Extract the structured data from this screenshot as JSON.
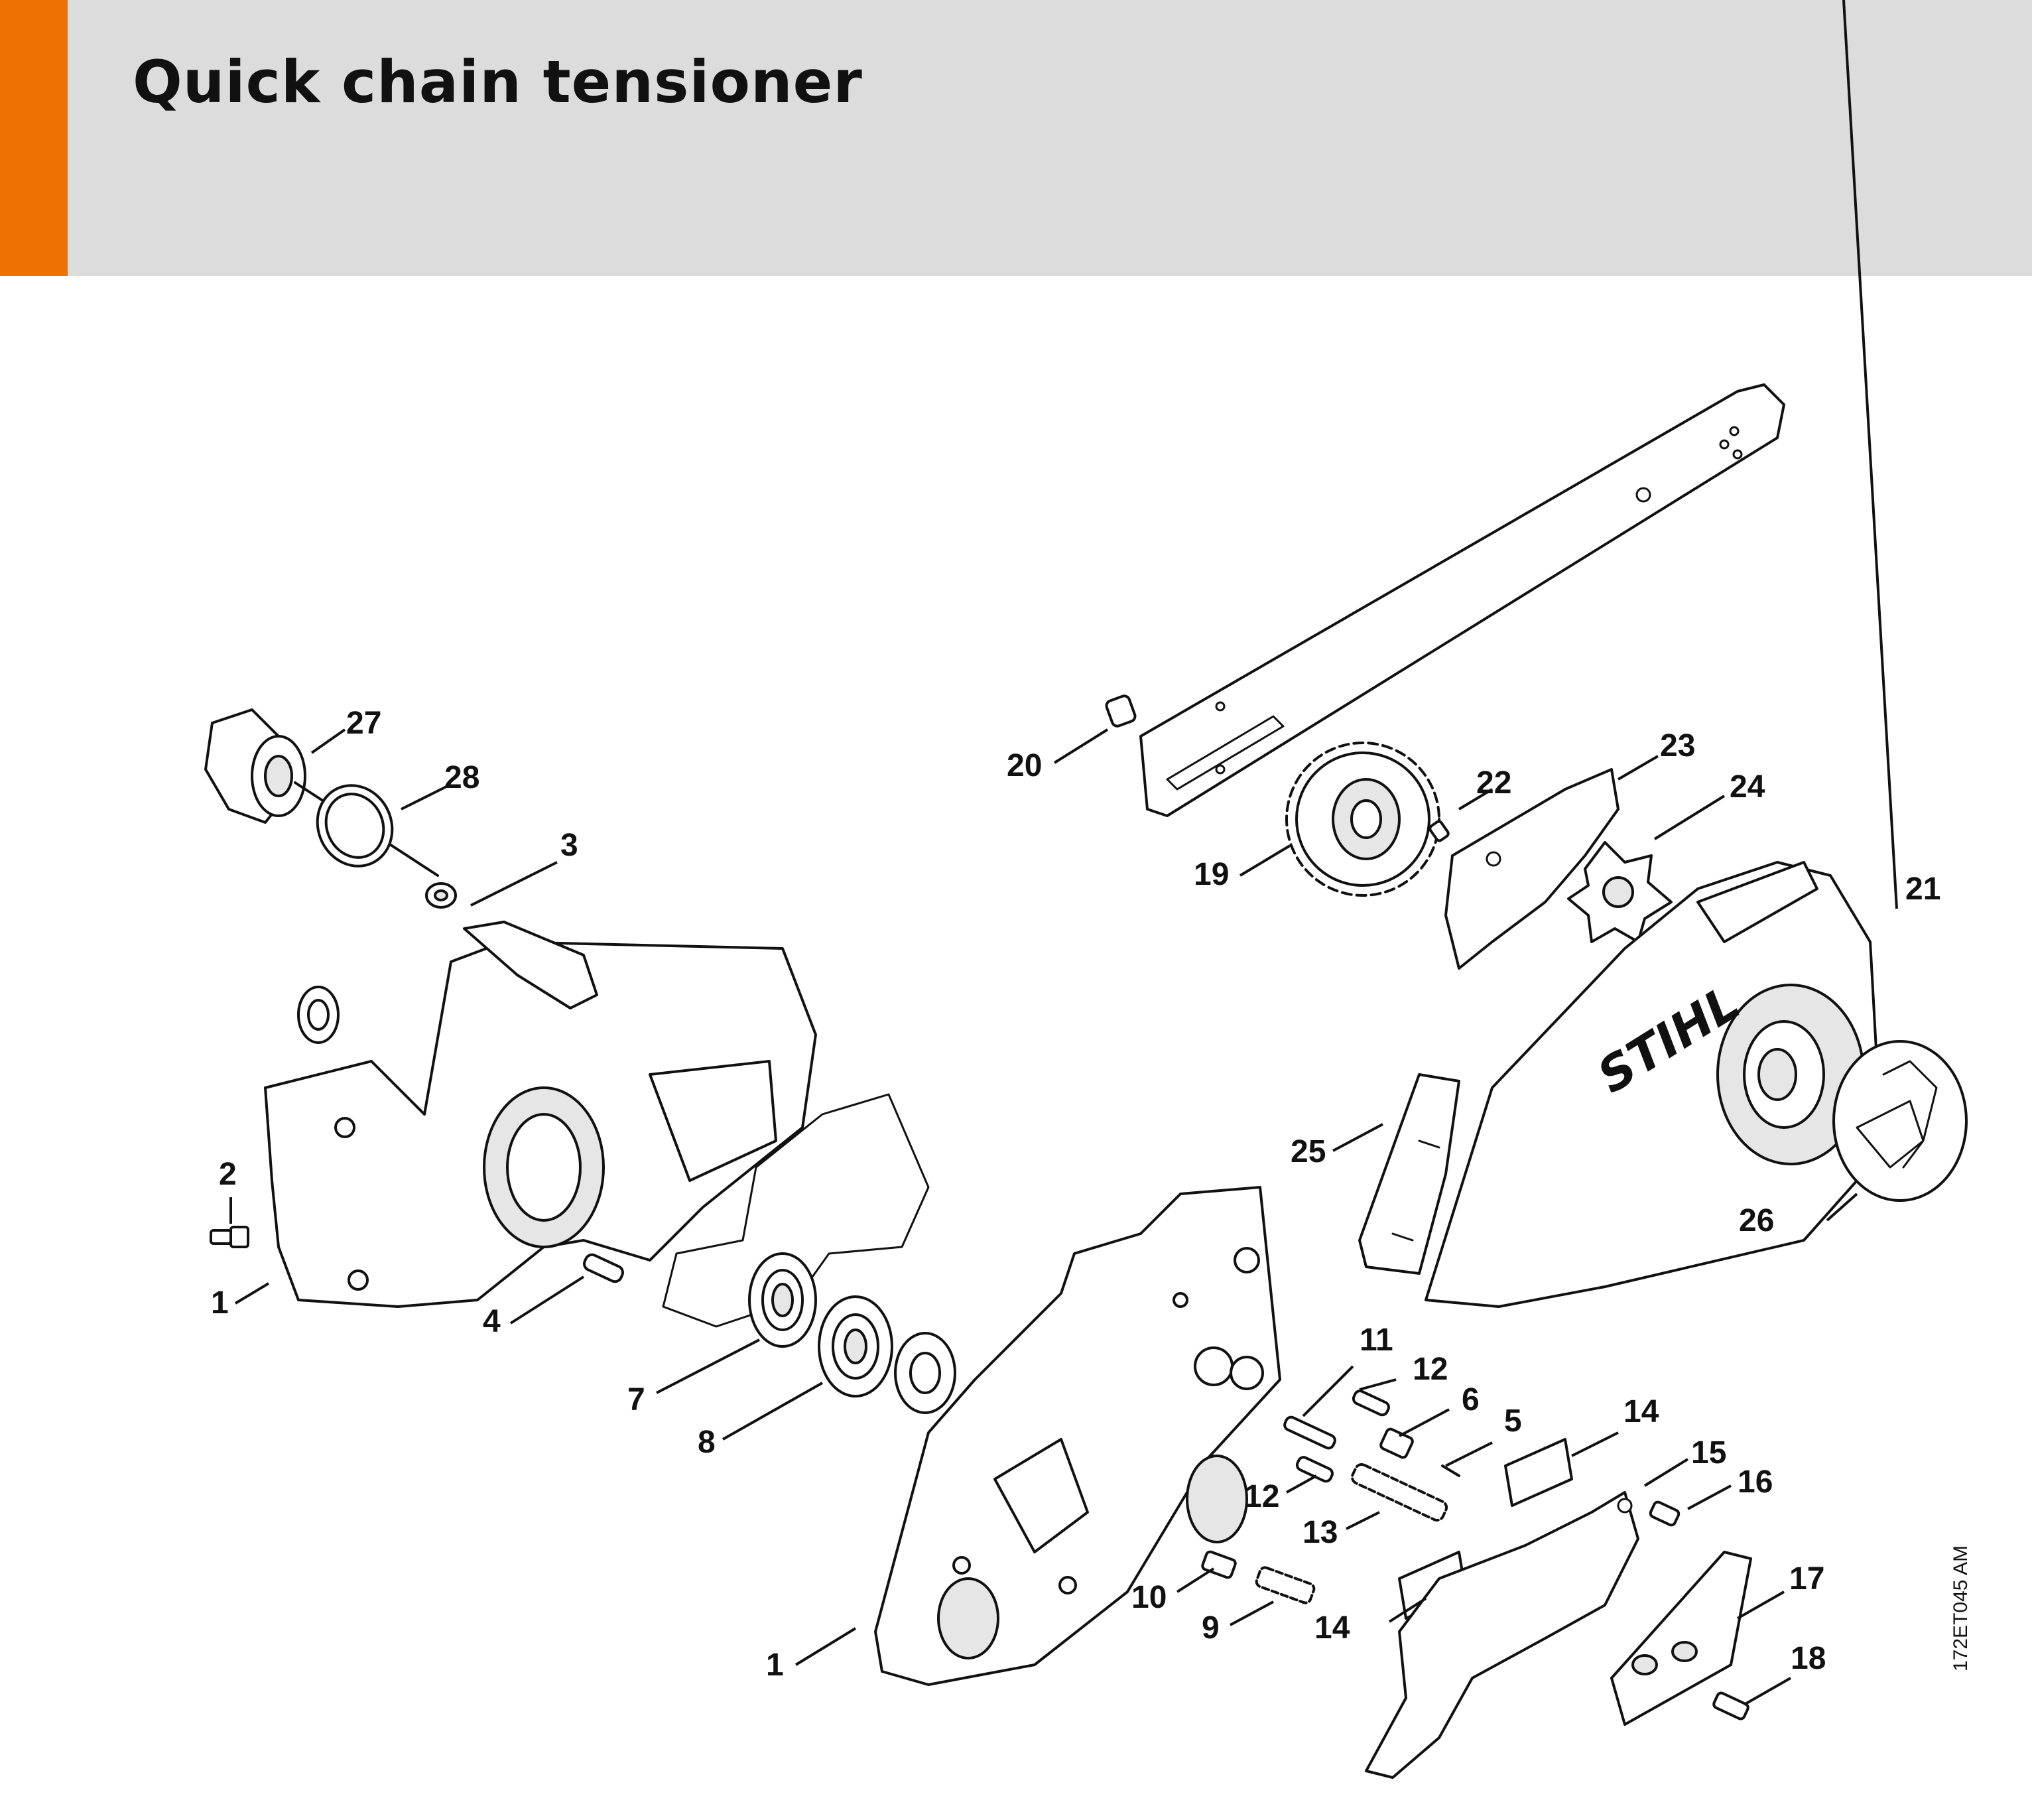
{
  "header": {
    "title": "Quick chain tensioner",
    "accent_color": "#ee7203",
    "background_color": "#dcdcdc"
  },
  "drawing": {
    "reference_code": "172ET045 AM",
    "logo_text": "STIHL",
    "callouts": [
      "27",
      "28",
      "3",
      "2",
      "1",
      "4",
      "7",
      "8",
      "20",
      "22",
      "23",
      "24",
      "19",
      "21",
      "25",
      "26",
      "11",
      "12",
      "6",
      "5",
      "14",
      "12",
      "13",
      "15",
      "16",
      "10",
      "9",
      "14",
      "17",
      "18",
      "1"
    ]
  }
}
